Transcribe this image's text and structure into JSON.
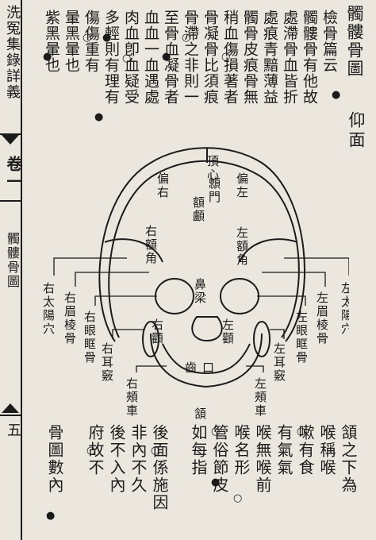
{
  "running_head": "洗冤集錄詳義",
  "volume_marker": "卷一",
  "section_marker": "髑髏骨圖",
  "folio": "五",
  "title": "髑髏骨圖",
  "subtitle": "仰面",
  "top_text_columns": [
    "檢骨篇云",
    "髑髏骨有他故",
    "處滯骨血皆折",
    "處痕青黯薄益",
    "髑骨皮痕骨無",
    "稍血傷損著者",
    "骨凝骨比須痕",
    "骨滯之非則一",
    "至骨血凝骨者",
    "血血一血遇處",
    "肉血卽血疑受",
    "多輕則有理有",
    "傷傷重有",
    "暈黑暈也",
    "紫黑暈也"
  ],
  "bottom_text_columns": [
    "頷之下為",
    "喉稱喉",
    "嗽有食",
    "有氣氣",
    "喉無喉前",
    "喉名形",
    "管俗節皮",
    "如每指",
    "後面係施因",
    "非內不久",
    "後不入內",
    "府故不",
    "骨圖數內"
  ],
  "diagram": {
    "labels": {
      "dingxin": "頂心",
      "pian_zuo": "偏左",
      "pian_you": "偏右",
      "xinmen": "顖門",
      "elu": "額顱",
      "zuo_e_jiao": "左額角",
      "you_e_jiao": "右額角",
      "bi_liang": "鼻梁",
      "zuo_quan": "左顴",
      "you_quan": "右顴",
      "kou": "口",
      "chi": "齒",
      "han": "頷",
      "zuo_tai_yang_xue": "左太陽穴",
      "you_tai_yang_xue": "右太陽穴",
      "zuo_mei_leng_gu": "左眉棱骨",
      "you_mei_leng_gu": "右眉棱骨",
      "zuo_yan_kuang_gu": "左眼眶骨",
      "you_yan_kuang_gu": "右眼眶骨",
      "zuo_er_qiao": "左耳竅",
      "you_er_qiao": "右耳竅",
      "zuo_jia_che": "左頰車",
      "you_jia_che": "右頰車"
    }
  }
}
